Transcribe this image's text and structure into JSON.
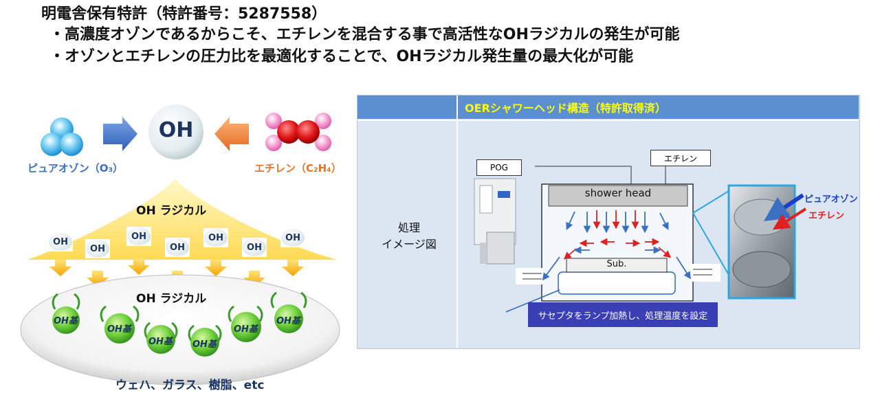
{
  "header": {
    "line1": "明電舎保有特許（特許番号：5287558）",
    "line2": "・高濃度オゾンであるからこそ、エチレンを混合する事で高活性なOHラジカルの発生が可能",
    "line3": "・オゾンとエチレンの圧力比を最適化することで、OHラジカル発生量の最大化が可能"
  },
  "left_diagram": {
    "ozone_label": "ピュアオゾン（O₃）",
    "ethylene_label": "エチレン（C₂H₄）",
    "oh_center": "OH",
    "oh_radical_top": "OH ラジカル",
    "oh_radical_bottom": "OH ラジカル",
    "mini_oh": [
      "OH",
      "OH",
      "OH",
      "OH",
      "OH",
      "OH",
      "OH"
    ],
    "oh_groups": [
      "OH基",
      "OH基",
      "OH基",
      "OH基",
      "OH基",
      "OH基"
    ],
    "substrates": "ウェハ、ガラス、樹脂、etc"
  },
  "table": {
    "header": "OERシャワーヘッド構造（特許取得済）",
    "row_label_line1": "処理",
    "row_label_line2": "イメージ図"
  },
  "schematic": {
    "pog": "POG",
    "ethylene_box": "エチレン",
    "shower_head": "shower head",
    "sub": "Sub.",
    "caption": "サセプタをランプ加熱し、処理温度を設定",
    "photo_ozone": "ピュアオゾン",
    "photo_ethylene": "エチレン"
  },
  "colors": {
    "header_bar": "#5b8fd0",
    "header_text": "#ffff00",
    "arrow_blue": "#3a6fc2",
    "arrow_red": "#e02020",
    "caption_bg": "#3b3fb4"
  }
}
